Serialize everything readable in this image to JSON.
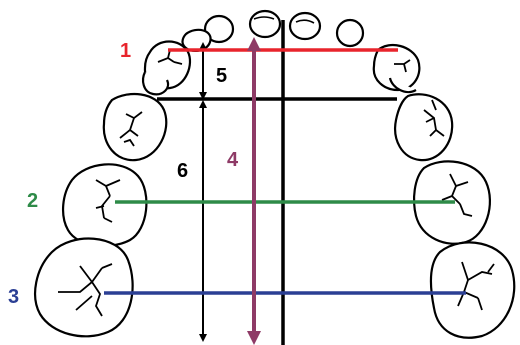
{
  "labels": {
    "line_1": "1",
    "line_2": "2",
    "line_3": "3",
    "line_4": "4",
    "line_5": "5",
    "line_6": "6"
  },
  "colors": {
    "line_1": "#e8242c",
    "line_2": "#2e8b48",
    "line_3": "#2b3f94",
    "line_4": "#8e3a66",
    "line_5": "#000000",
    "line_6": "#000000",
    "outline": "#000000"
  }
}
